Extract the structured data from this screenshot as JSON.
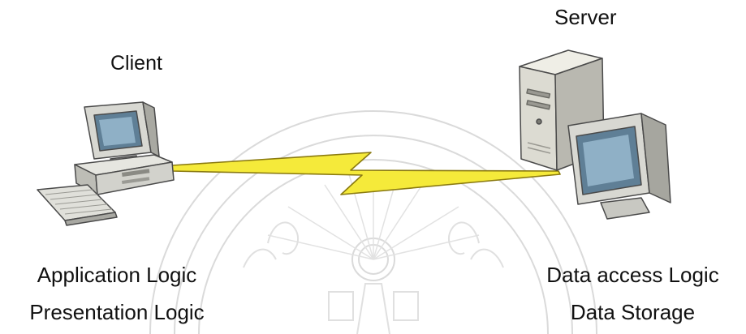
{
  "client": {
    "title": "Client",
    "captions": [
      "Application Logic",
      "Presentation Logic"
    ]
  },
  "server": {
    "title": "Server",
    "captions": [
      "Data access Logic",
      "Data Storage"
    ]
  },
  "colors": {
    "link_fill": "#f5ea3a",
    "link_outline": "#8a7a10",
    "device_body": "#d8d8d2",
    "screen": "#5f7f96",
    "watermark": "#d9d9d9"
  },
  "icons": {
    "client": "desktop-computer-icon",
    "server": "server-tower-icon",
    "link": "lightning-link-icon",
    "watermark": "university-seal-watermark"
  }
}
